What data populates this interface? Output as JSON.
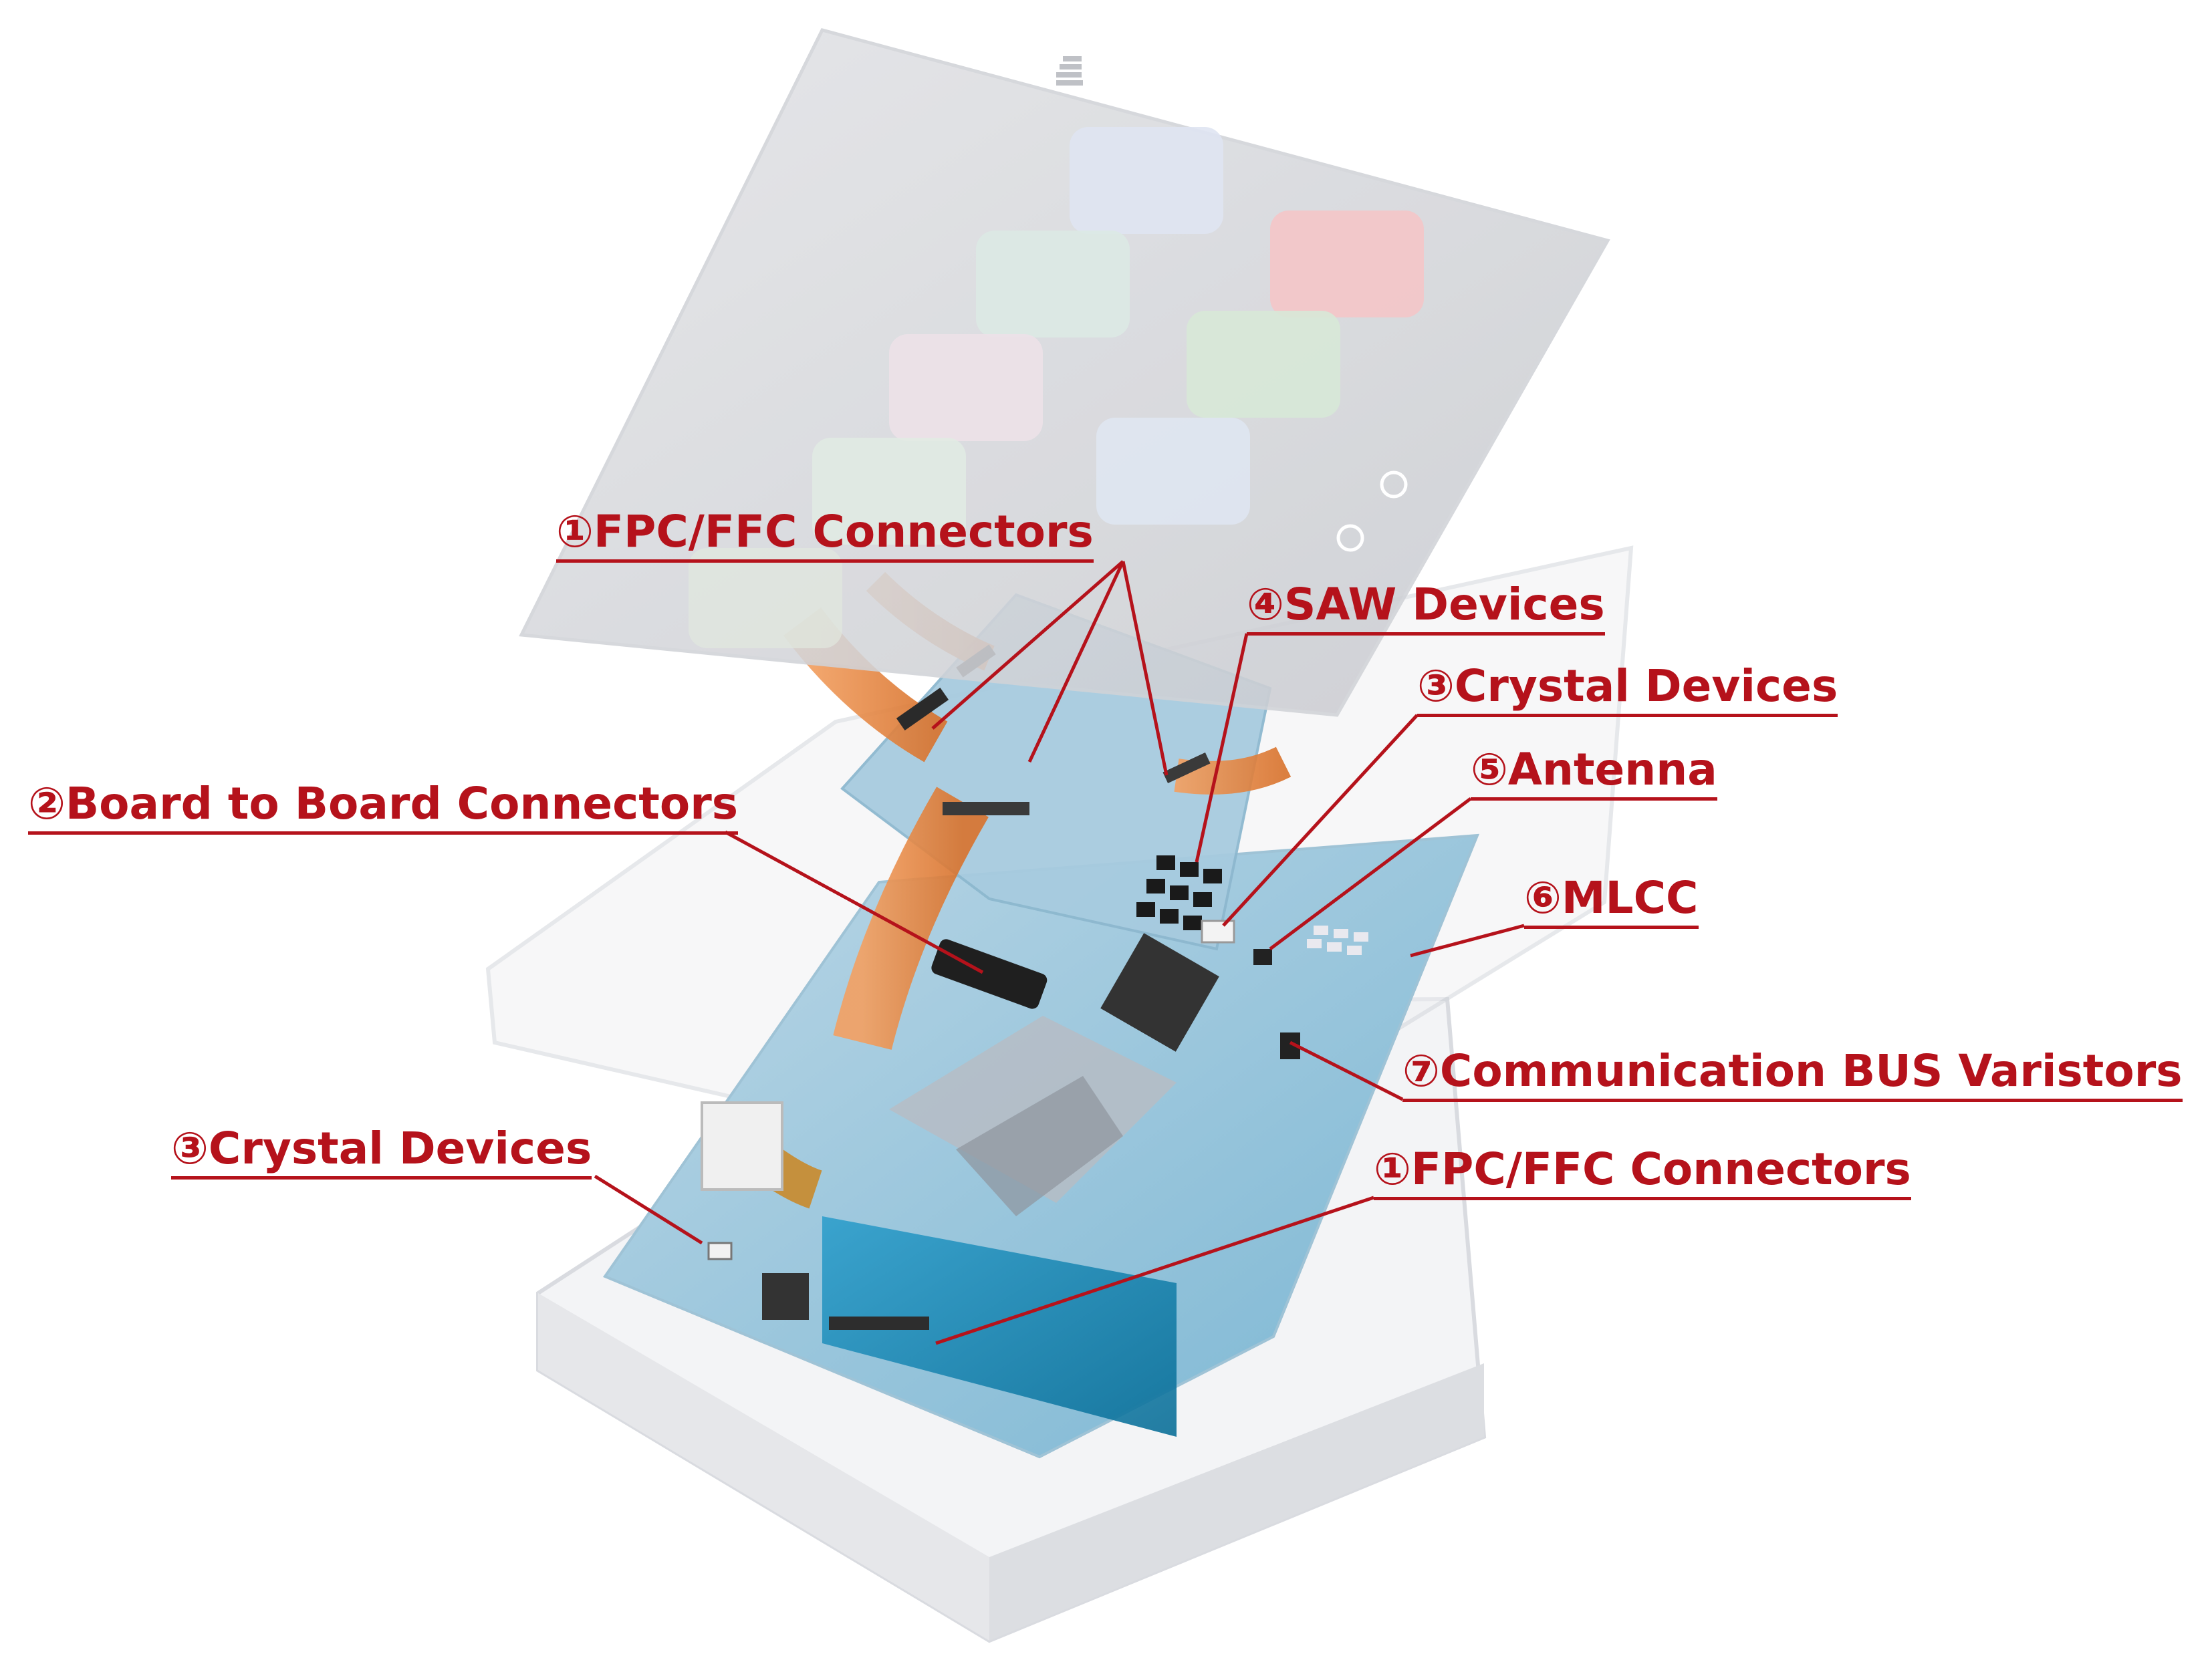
{
  "callouts": [
    {
      "id": "fpc-top",
      "text": "①FPC/FFC Connectors"
    },
    {
      "id": "saw",
      "text": "④SAW Devices"
    },
    {
      "id": "crystal-top",
      "text": "③Crystal Devices"
    },
    {
      "id": "antenna",
      "text": "⑤Antenna"
    },
    {
      "id": "b2b",
      "text": "②Board to Board Connectors"
    },
    {
      "id": "mlcc",
      "text": "⑥MLCC"
    },
    {
      "id": "varistors",
      "text": "⑦Communication BUS Varistors"
    },
    {
      "id": "crystal-bottom",
      "text": "③Crystal Devices"
    },
    {
      "id": "fpc-bottom",
      "text": "①FPC/FFC Connectors"
    }
  ],
  "colors": {
    "callout": "#b5121b",
    "flex_cable": "#e8843a",
    "pcb": "#4aa6cf",
    "pcb_dark": "#1586b3",
    "display": "#e6e7ea",
    "housing": "#f1f2f4"
  },
  "screen_icons": [
    "eye-icon",
    "warning-icon",
    "headset-icon",
    "map-icon",
    "phone-icon",
    "weather-icon",
    "music-icon",
    "document-icon"
  ]
}
